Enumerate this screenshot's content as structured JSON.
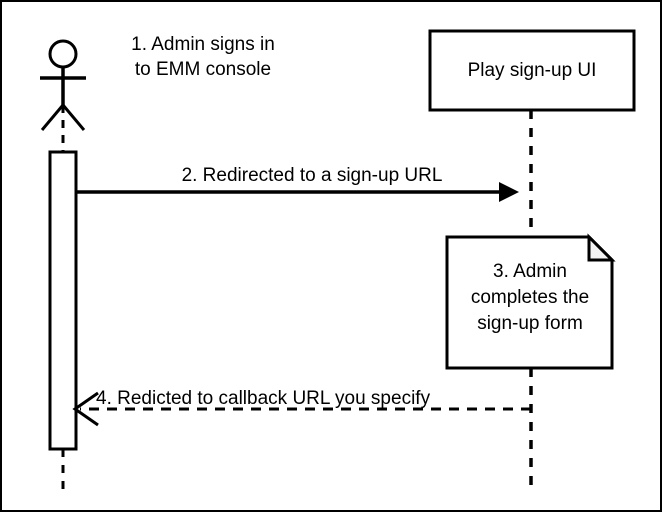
{
  "diagram": {
    "type": "uml-sequence-diagram",
    "border_color": "#000000",
    "background_color": "#ffffff",
    "stroke_color": "#000000",
    "note_fill_color": "#ffffff",
    "note_fold_fill_color": "#f2f2f2"
  },
  "actor": {
    "name": "admin-actor",
    "caption": "1. Admin signs in\nto EMM console"
  },
  "participant": {
    "label": "Play sign-up UI"
  },
  "messages": [
    {
      "id": "msg-2",
      "label": "2. Redirected to a sign-up URL",
      "style": "solid",
      "direction": "right",
      "arrowhead": "filled"
    },
    {
      "id": "msg-4",
      "label": "4. Redicted to callback URL you specify",
      "style": "dashed",
      "direction": "left",
      "arrowhead": "open"
    }
  ],
  "note": {
    "label": "3. Admin\ncompletes the\nsign-up form"
  }
}
